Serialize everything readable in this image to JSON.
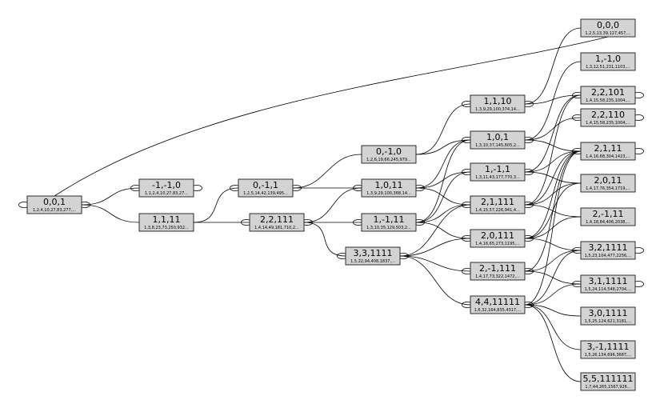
{
  "nodes": [
    {
      "id": "n001",
      "label": "0,0,1",
      "seq": "1,2,4,10,27,83,277,..."
    },
    {
      "id": "nm1m10",
      "label": "-1,-1,0",
      "seq": "1,1,2,4,10,27,83,27..."
    },
    {
      "id": "n1111",
      "label": "1,1,11",
      "seq": "1,3,8,23,73,250,932..."
    },
    {
      "id": "n0m11",
      "label": "0,-1,1",
      "seq": "1,2,5,14,42,139,495..."
    },
    {
      "id": "n22111",
      "label": "2,2,111",
      "seq": "1,4,14,49,181,710,2..."
    },
    {
      "id": "n0m10",
      "label": "0,-1,0",
      "seq": "1,2,6,19,66,245,979..."
    },
    {
      "id": "n1011",
      "label": "1,0,11",
      "seq": "1,3,9,29,100,368,14..."
    },
    {
      "id": "n1m111",
      "label": "1,-1,11",
      "seq": "1,3,10,35,129,503,2..."
    },
    {
      "id": "n331111",
      "label": "3,3,1111",
      "seq": "1,5,22,94,408,1837,..."
    },
    {
      "id": "n1110",
      "label": "1,1,10",
      "seq": "1,3,9,29,100,374,14..."
    },
    {
      "id": "n101",
      "label": "1,0,1",
      "seq": "1,3,10,37,145,605,2..."
    },
    {
      "id": "n1m11",
      "label": "1,-1,1",
      "seq": "1,3,11,43,177,770,3..."
    },
    {
      "id": "n21111",
      "label": "2,1,111",
      "seq": "1,4,15,57,226,941,4..."
    },
    {
      "id": "n20111",
      "label": "2,0,111",
      "seq": "1,4,16,65,273,1195,..."
    },
    {
      "id": "n2m1111",
      "label": "2,-1,111",
      "seq": "1,4,17,73,322,1472,..."
    },
    {
      "id": "n4411111",
      "label": "4,4,11111",
      "seq": "1,6,32,164,835,4317,..."
    },
    {
      "id": "n000",
      "label": "0,0,0",
      "seq": "1,2,5,13,39,127,457,..."
    },
    {
      "id": "n1m10",
      "label": "1,-1,0",
      "seq": "1,3,12,51,231,1103,..."
    },
    {
      "id": "n22101",
      "label": "2,2,101",
      "seq": "1,4,15,58,235,1004,..."
    },
    {
      "id": "n22110",
      "label": "2,2,110",
      "seq": "1,4,15,58,235,1004,..."
    },
    {
      "id": "n2111",
      "label": "2,1,11",
      "seq": "1,4,16,68,304,1423,..."
    },
    {
      "id": "n2011",
      "label": "2,0,11",
      "seq": "1,4,17,76,354,1719,..."
    },
    {
      "id": "n2m111",
      "label": "2,-1,11",
      "seq": "1,4,18,84,406,2038,..."
    },
    {
      "id": "n321111",
      "label": "3,2,1111",
      "seq": "1,5,23,104,477,2256,..."
    },
    {
      "id": "n311111",
      "label": "3,1,1111",
      "seq": "1,5,24,114,548,2704,..."
    },
    {
      "id": "n301111",
      "label": "3,0,1111",
      "seq": "1,5,25,124,621,3181,..."
    },
    {
      "id": "n3m11111",
      "label": "3,-1,1111",
      "seq": "1,5,26,134,696,3687,..."
    },
    {
      "id": "n55111111",
      "label": "5,5,111111",
      "seq": "1,7,44,265,1567,926..."
    }
  ],
  "edges": [
    [
      "n001",
      "nm1m10"
    ],
    [
      "n001",
      "n1111"
    ],
    [
      "n001",
      "n000"
    ],
    [
      "n1111",
      "n0m11"
    ],
    [
      "n1111",
      "n22111"
    ],
    [
      "n0m11",
      "n0m10"
    ],
    [
      "n0m11",
      "n1011"
    ],
    [
      "n22111",
      "n1011"
    ],
    [
      "n22111",
      "n1m111"
    ],
    [
      "n22111",
      "n331111"
    ],
    [
      "n0m10",
      "n1110"
    ],
    [
      "n0m10",
      "n101"
    ],
    [
      "n1011",
      "n101"
    ],
    [
      "n1011",
      "n1m11"
    ],
    [
      "n1011",
      "n21111"
    ],
    [
      "n1m111",
      "n101"
    ],
    [
      "n1m111",
      "n1m11"
    ],
    [
      "n1m111",
      "n21111"
    ],
    [
      "n1m111",
      "n20111"
    ],
    [
      "n331111",
      "n21111"
    ],
    [
      "n331111",
      "n20111"
    ],
    [
      "n331111",
      "n2m1111"
    ],
    [
      "n331111",
      "n4411111"
    ],
    [
      "n1110",
      "n000"
    ],
    [
      "n1110",
      "n22101"
    ],
    [
      "n101",
      "n1m10"
    ],
    [
      "n101",
      "n22110"
    ],
    [
      "n101",
      "n2111"
    ],
    [
      "n1m11",
      "n22101"
    ],
    [
      "n1m11",
      "n2111"
    ],
    [
      "n1m11",
      "n2011"
    ],
    [
      "n21111",
      "n22101"
    ],
    [
      "n21111",
      "n2111"
    ],
    [
      "n21111",
      "n2011"
    ],
    [
      "n21111",
      "n2m111"
    ],
    [
      "n20111",
      "n2111"
    ],
    [
      "n20111",
      "n2011"
    ],
    [
      "n20111",
      "n2m111"
    ],
    [
      "n20111",
      "n321111"
    ],
    [
      "n2m1111",
      "n2111"
    ],
    [
      "n2m1111",
      "n321111"
    ],
    [
      "n2m1111",
      "n311111"
    ],
    [
      "n4411111",
      "n2111"
    ],
    [
      "n4411111",
      "n321111"
    ],
    [
      "n4411111",
      "n311111"
    ],
    [
      "n4411111",
      "n301111"
    ],
    [
      "n4411111",
      "n3m11111"
    ],
    [
      "n4411111",
      "n55111111"
    ]
  ],
  "self_loops": [
    "n001",
    "nm1m10",
    "n0m11",
    "n22111",
    "n1011",
    "n1m111",
    "n331111",
    "n1110",
    "n101",
    "n1m11",
    "n21111",
    "n20111",
    "n2m1111",
    "n4411111",
    "n22101",
    "n22110",
    "n2111",
    "n321111",
    "n311111"
  ]
}
